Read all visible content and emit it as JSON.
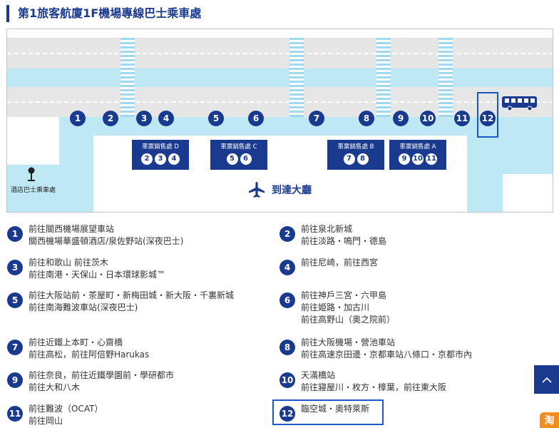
{
  "title": "第1旅客航廈1F機場專線巴士乘車處",
  "colors": {
    "brand": "#1a3a8f",
    "highlight": "#1a58c8",
    "channel": "#bfe8f5",
    "road": "#e6e6e6"
  },
  "map": {
    "stops": [
      "1",
      "2",
      "3",
      "4",
      "5",
      "6",
      "7",
      "8",
      "9",
      "10",
      "11",
      "12"
    ],
    "booths": [
      {
        "label": "車票銷售處 D",
        "nums": [
          "2",
          "3",
          "4"
        ]
      },
      {
        "label": "車票銷售處 C",
        "nums": [
          "5",
          "6"
        ]
      },
      {
        "label": "車票銷售處 B",
        "nums": [
          "7",
          "8"
        ]
      },
      {
        "label": "車票銷售處 A",
        "nums": [
          "9",
          "10",
          "11"
        ]
      }
    ],
    "hotel_label": "酒店巴士乘車處",
    "arrival_label": "到達大廳",
    "icons": {
      "bus": "bus-icon",
      "plane": "airplane-icon",
      "pin": "map-pin-icon"
    }
  },
  "legend": [
    {
      "num": "1",
      "lines": [
        "前往關西機場展望車站",
        "關西機場華盛頓酒店/泉佐野站(深夜巴士)"
      ]
    },
    {
      "num": "2",
      "lines": [
        "前往泉北新城",
        "前往淡路・鳴門・德島"
      ]
    },
    {
      "num": "3",
      "lines": [
        "前往和歌山 前往茨木",
        "前往南港・天保山・日本環球影城™"
      ]
    },
    {
      "num": "4",
      "lines": [
        "前往尼崎，前往西宮"
      ]
    },
    {
      "num": "5",
      "lines": [
        "前往大阪站前・茶屋町・新梅田城・新大阪・千裏新城",
        "前往南海難波車站(深夜巴士)"
      ]
    },
    {
      "num": "6",
      "lines": [
        "前往神戶三宮・六甲島",
        "前往姫路・加古川",
        "前往高野山（奧之院前）"
      ]
    },
    {
      "num": "7",
      "lines": [
        "前往近鐵上本町・心齋橋",
        "前往高松，前往阿倍野Harukas"
      ]
    },
    {
      "num": "8",
      "lines": [
        "前往大阪機場・營池車站",
        "前往高速京田邊・京都車站八條口・京都市內"
      ]
    },
    {
      "num": "9",
      "lines": [
        "前往奈良，前往近鐵學園前・學研都市",
        "前往大和八木"
      ]
    },
    {
      "num": "10",
      "lines": [
        "天滿橋站",
        "前往寢屋川・枚方・樟葉，前往東大阪"
      ]
    },
    {
      "num": "11",
      "lines": [
        "前往難波（OCAT）",
        "前往岡山"
      ]
    },
    {
      "num": "12",
      "lines": [
        "臨空城・奧特萊斯"
      ]
    }
  ],
  "ui": {
    "scroll_top_icon": "chevron-up-icon",
    "badge_glyph": "淘"
  }
}
